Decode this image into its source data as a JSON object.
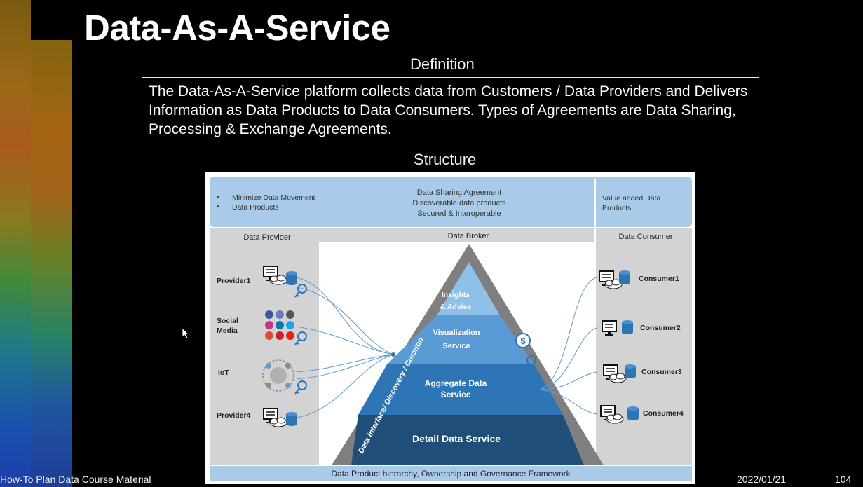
{
  "slide": {
    "title": "Data-As-A-Service",
    "definition_heading": "Definition",
    "definition_text": "The Data-As-A-Service platform collects data from Customers / Data Providers and Delivers Information as Data Products to Data Consumers. Types of Agreements are Data Sharing, Processing & Exchange Agreements.",
    "structure_heading": "Structure",
    "footer_left": "How-To Plan Data Course Material",
    "footer_date": "2022/01/21",
    "footer_page": "104"
  },
  "diagram": {
    "top_left_bullets": [
      "Minimize Data Movement",
      "Data Products"
    ],
    "top_center_lines": [
      "Data Sharing Agreement",
      "Discoverable data products",
      "Secured & Interoperable"
    ],
    "top_right_lines": [
      "Value added Data",
      "Products"
    ],
    "provider_header": "Data Provider",
    "broker_header": "Data Broker",
    "consumer_header": "Data Consumer",
    "providers": [
      "Provider1",
      "Social Media",
      "IoT",
      "Provider4"
    ],
    "consumers": [
      "Consumer1",
      "Consumer2",
      "Consumer3",
      "Consumer4"
    ],
    "pyramid_levels": [
      "Insights & Advise",
      "Visualization Service",
      "Aggregate Data Service",
      "Detail Data Service"
    ],
    "pyramid_side_label": "Data Interface/ Discovery / Curation",
    "bottom_bar": "Data Product hierarchy, Ownership and Governance Framework",
    "colors": {
      "top_bar": "#a9cbe9",
      "side_panel": "#d3d3d3",
      "pyramid_frame": "#7f7f7f",
      "level1": "#8fc0e8",
      "level2": "#5b9bd5",
      "level3": "#2e75b6",
      "level4": "#1f4e79",
      "icon_blue": "#2e75b6"
    }
  }
}
